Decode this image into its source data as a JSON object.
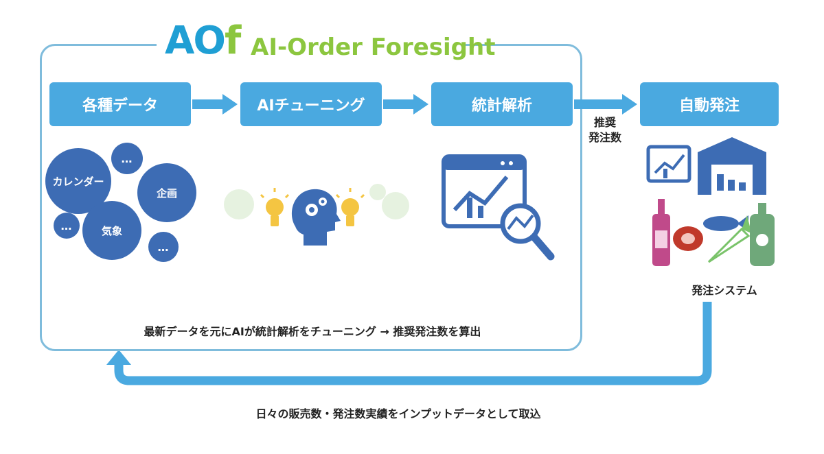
{
  "logo": {
    "mark_a": "A",
    "mark_o": "O",
    "mark_f": "f",
    "name": "AI-Order Foresight"
  },
  "steps": [
    {
      "label": "各種データ"
    },
    {
      "label": "AIチューニング"
    },
    {
      "label": "統計解析"
    },
    {
      "label": "自動発注"
    }
  ],
  "recommended_label": [
    "推奨",
    "発注数"
  ],
  "data_circles": [
    "カレンダー",
    "企画",
    "気象",
    "…",
    "…",
    "…"
  ],
  "system_label": "発注システム",
  "caption_inner": "最新データを元にAIが統計解析をチューニング → 推奨発注数を算出",
  "caption_bottom": "日々の販売数・発注数実績をインプットデータとして取込",
  "colors": {
    "step_fill": "#4aa9e0",
    "frame_border": "#7fbcdc",
    "circle_fill": "#3d6cb4",
    "icon_blue": "#3d6cb4",
    "logo_blue": "#1f9fd4",
    "logo_green": "#8cc63f",
    "bulb_yellow": "#f4c542"
  }
}
